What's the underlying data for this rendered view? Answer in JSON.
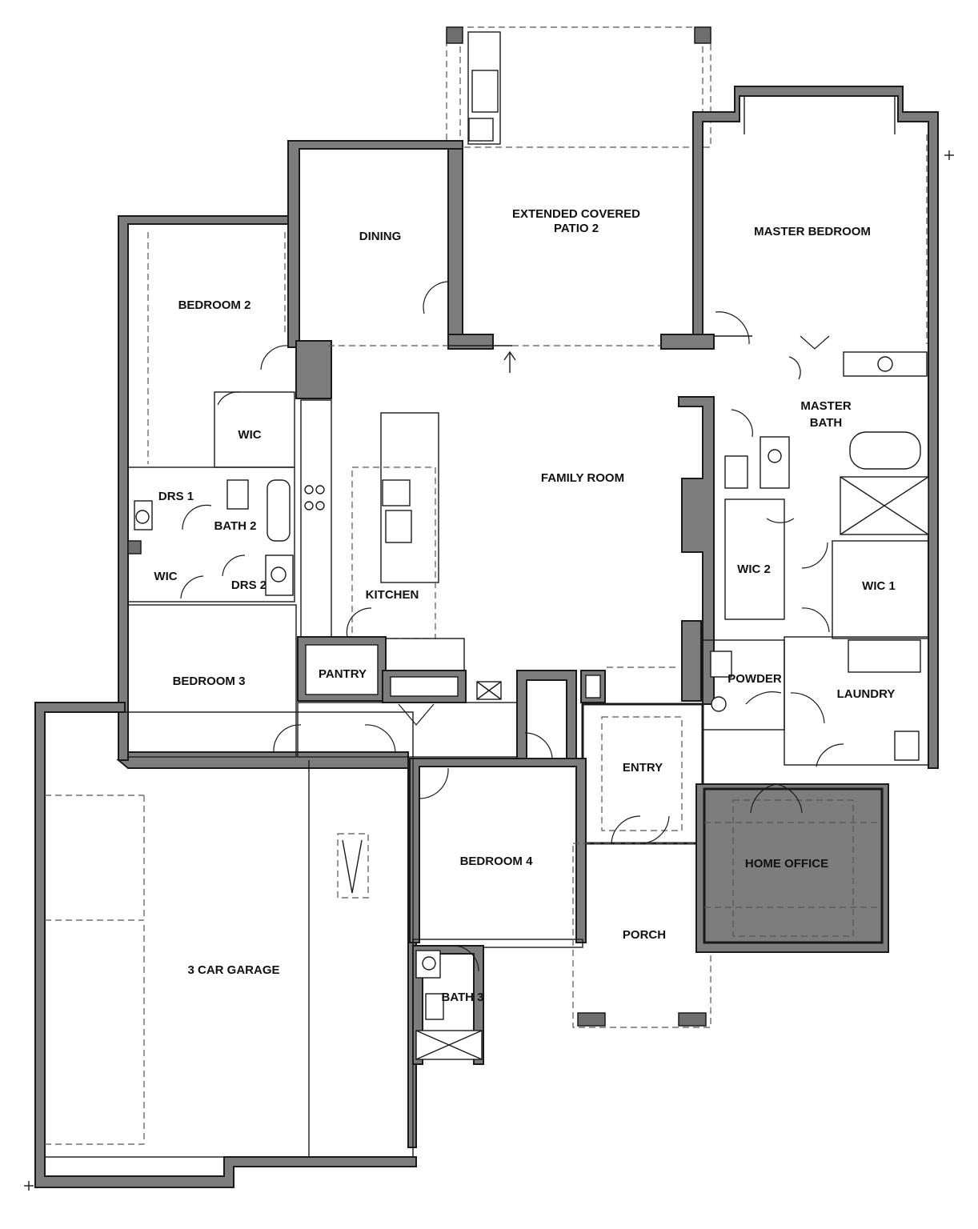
{
  "rooms": {
    "extended_covered_patio_line1": "EXTENDED COVERED",
    "extended_covered_patio_line2": "PATIO 2",
    "dining": "DINING",
    "master_bedroom": "MASTER  BEDROOM",
    "bedroom_2": "BEDROOM 2",
    "wic_bedroom_2": "WIC",
    "master_bath_line1": "MASTER",
    "master_bath_line2": "BATH",
    "family_room": "FAMILY ROOM",
    "drs_1": "DRS 1",
    "bath_2": "BATH 2",
    "wic_bedroom_3": "WIC",
    "drs_2": "DRS 2",
    "kitchen": "KITCHEN",
    "wic_2": "WIC 2",
    "wic_1": "WIC 1",
    "pantry": "PANTRY",
    "bedroom_3": "BEDROOM 3",
    "powder": "POWDER",
    "laundry": "LAUNDRY",
    "entry": "ENTRY",
    "bedroom_4": "BEDROOM 4",
    "home_office": "HOME OFFICE",
    "porch": "PORCH",
    "three_car_garage": "3 CAR GARAGE",
    "bath_3": "BATH 3"
  },
  "colors": {
    "wall_fill": "#7d7d7d",
    "line": "#1a1a1a",
    "background": "#ffffff"
  },
  "icons": [
    "north-arrow-icon",
    "crosshair-mark-icon"
  ]
}
